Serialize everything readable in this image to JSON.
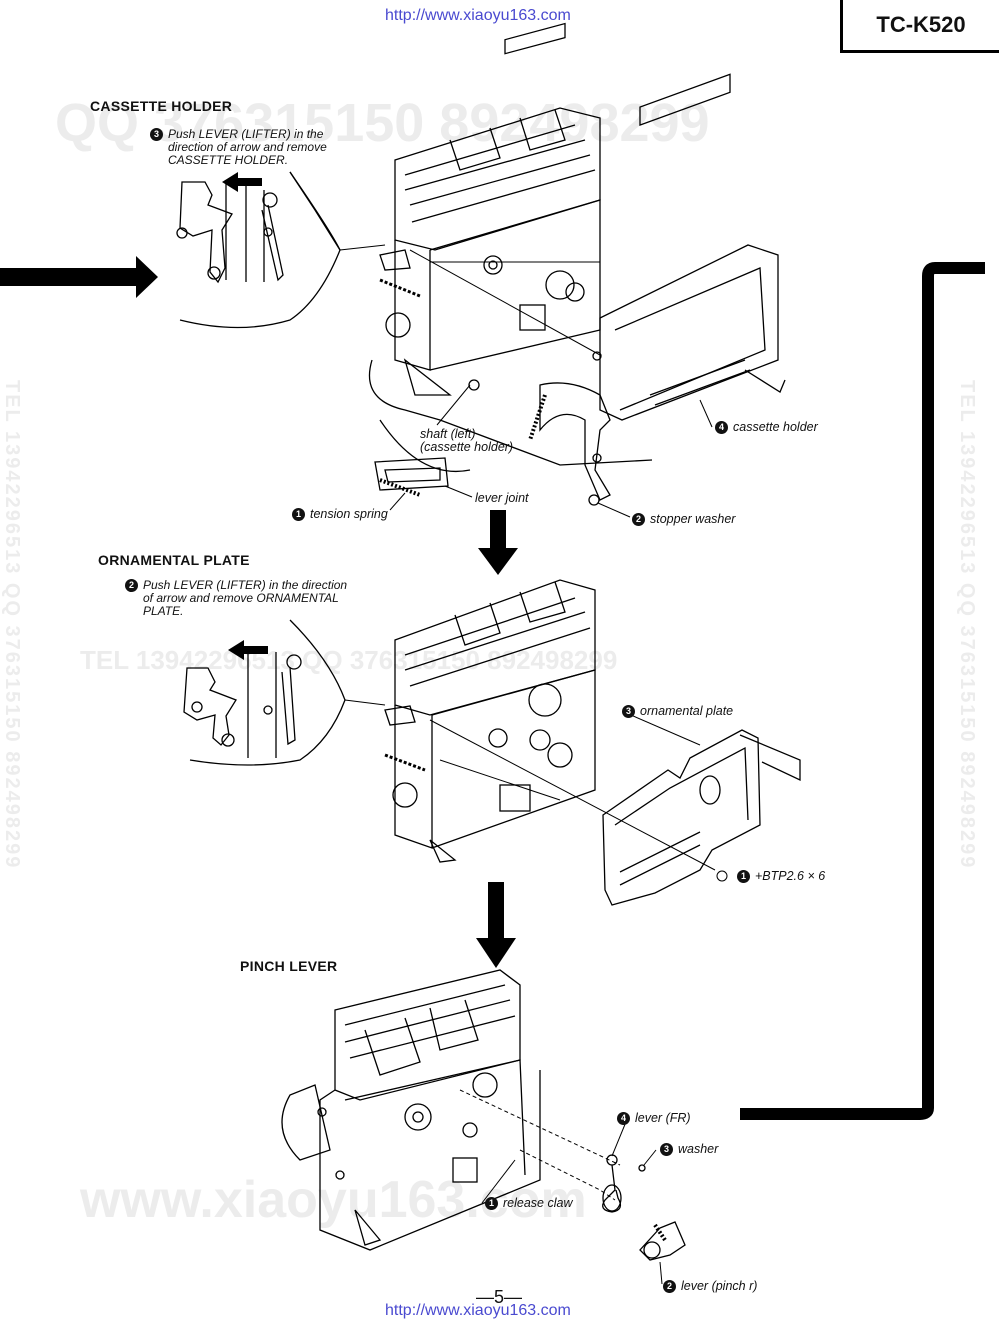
{
  "header": {
    "url_top": "http://www.xiaoyu163.com",
    "model": "TC-K520"
  },
  "watermarks": {
    "top": "QQ 376315150 892498299",
    "middle": "TEL 13942296513 QQ 376315150 892498299",
    "bottom": "www.xiaoyu163.com",
    "side": "TEL 13942296513 QQ 376315150 892498299"
  },
  "sections": {
    "cassette_holder": {
      "title": "CASSETTE HOLDER",
      "step_num": "3",
      "note": [
        "Push LEVER (LIFTER) in the",
        "direction of arrow  and remove",
        "CASSETTE  HOLDER."
      ],
      "labels": {
        "shaft": [
          "shaft (left)",
          "(cassette holder)"
        ],
        "cassette_holder": {
          "num": "4",
          "text": "cassette holder"
        },
        "tension_spring": {
          "num": "1",
          "text": "tension spring"
        },
        "lever_joint": "lever joint",
        "stopper_washer": {
          "num": "2",
          "text": "stopper washer"
        }
      }
    },
    "ornamental_plate": {
      "title": "ORNAMENTAL  PLATE",
      "step_num": "2",
      "note": [
        "Push LEVER (LIFTER) in  the direction",
        "of arrow and remove  ORNAMENTAL",
        "PLATE."
      ],
      "labels": {
        "ornamental_plate": {
          "num": "3",
          "text": "ornamental plate"
        },
        "screw": {
          "num": "1",
          "text": "+BTP2.6 × 6"
        }
      }
    },
    "pinch_lever": {
      "title": "PINCH  LEVER",
      "labels": {
        "lever_fr": {
          "num": "4",
          "text": "lever (FR)"
        },
        "washer": {
          "num": "3",
          "text": "washer"
        },
        "release_claw": {
          "num": "1",
          "text": "release claw"
        },
        "lever_pinch": {
          "num": "2",
          "text": "lever (pinch r)"
        }
      }
    }
  },
  "footer": {
    "page": "—5—",
    "url_bottom": "http://www.xiaoyu163.com"
  }
}
